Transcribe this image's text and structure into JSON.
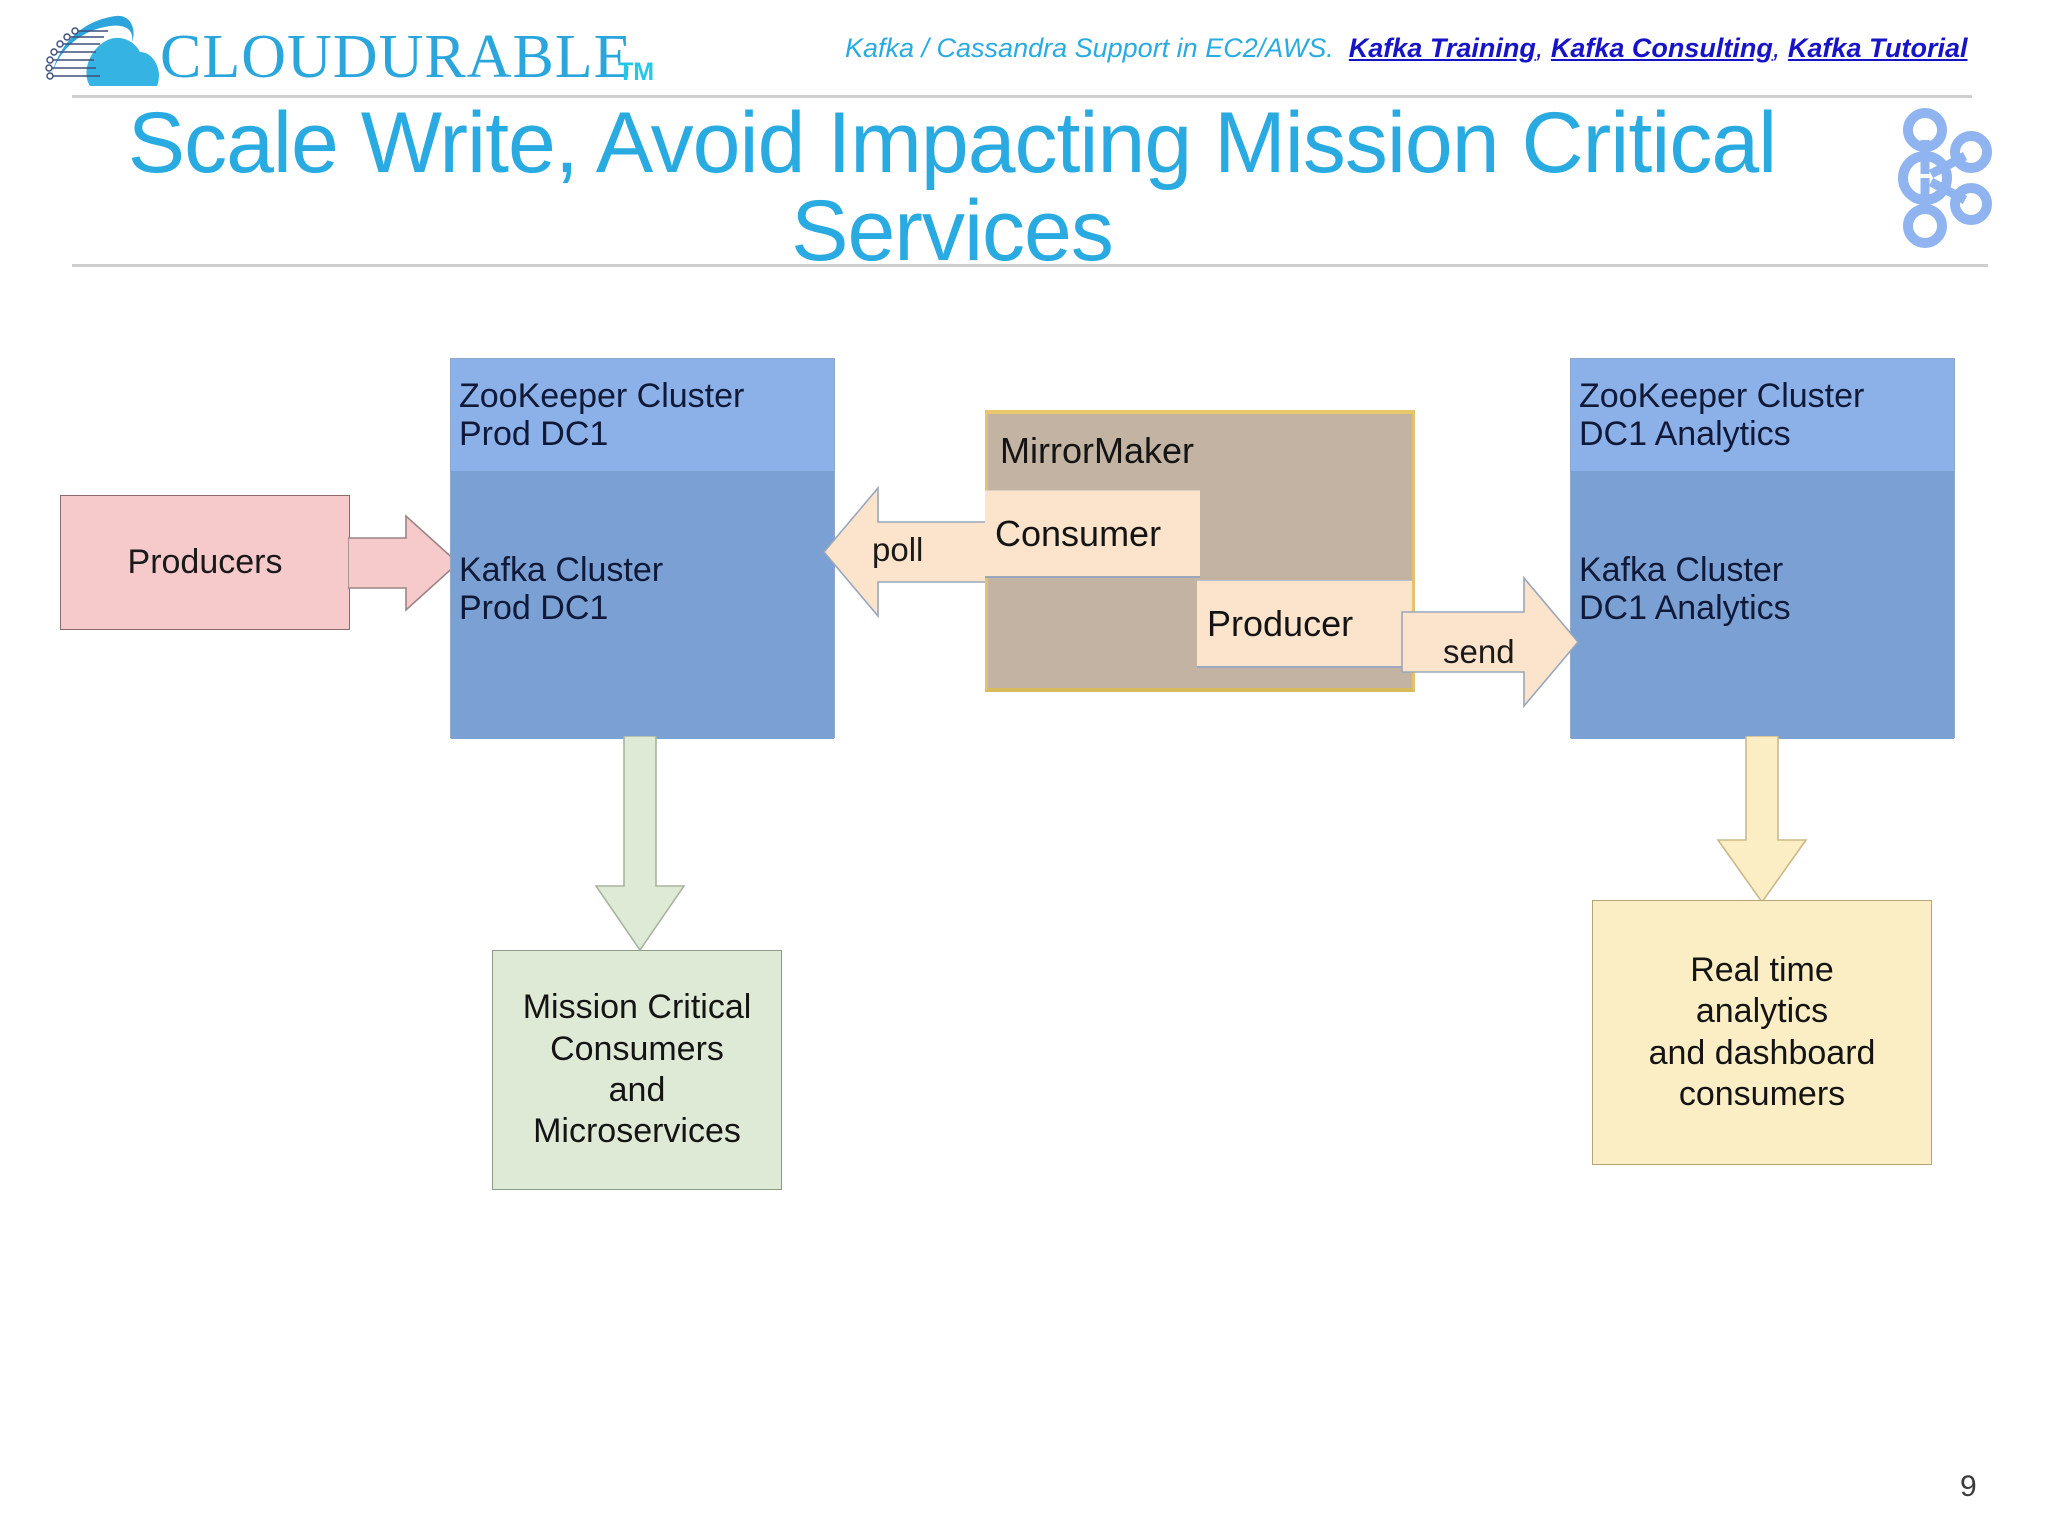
{
  "header": {
    "logo_text": "CLOUDURABLE",
    "logo_tm": "TM",
    "logo_icon": "cloud-dna-logo",
    "tagline_prefix": "Kafka / Cassandra Support in EC2/AWS.",
    "links": [
      {
        "label": "Kafka Training"
      },
      {
        "label": "Kafka Consulting"
      },
      {
        "label": "Kafka Tutorial"
      }
    ],
    "link_separator": ", ",
    "brand_color": "#29abe2",
    "link_color": "#1713c6"
  },
  "title": "Scale Write, Avoid Impacting Mission Critical Services",
  "kafka_logo_icon": "kafka-logo",
  "diagram": {
    "producers": {
      "label": "Producers",
      "fill": "#f6c9cb"
    },
    "cluster_prod": {
      "zookeeper": "ZooKeeper Cluster\nProd DC1",
      "kafka": "Kafka Cluster\nProd DC1",
      "zk_fill": "#8cb0e8",
      "kafka_fill": "#7ba0d4"
    },
    "cluster_analytics": {
      "zookeeper": "ZooKeeper Cluster\nDC1 Analytics",
      "kafka": "Kafka Cluster\nDC1 Analytics",
      "zk_fill": "#8cb0e8",
      "kafka_fill": "#7ba0d4"
    },
    "mirrormaker": {
      "title": "MirrorMaker",
      "consumer": "Consumer",
      "producer": "Producer",
      "outer_fill": "#c2b3a3",
      "inner_fill": "#fbe4cb",
      "border_color": "#e2c470"
    },
    "mission_box": {
      "label": "Mission Critical\nConsumers\nand\nMicroservices",
      "fill": "#dfead6"
    },
    "realtime_box": {
      "label": "Real time\nanalytics\nand dashboard\nconsumers",
      "fill": "#fbeec4"
    },
    "arrows": [
      {
        "name": "producers-to-kafka",
        "label": "",
        "direction": "right",
        "fill": "#f6c9cb"
      },
      {
        "name": "poll-arrow",
        "label": "poll",
        "direction": "left",
        "fill": "#fbe4cb"
      },
      {
        "name": "send-arrow",
        "label": "send",
        "direction": "right",
        "fill": "#fbe4cb"
      },
      {
        "name": "kafka-to-mission",
        "label": "",
        "direction": "down",
        "fill": "#dfead6"
      },
      {
        "name": "kafka-to-realtime",
        "label": "",
        "direction": "down",
        "fill": "#fbeec4"
      }
    ]
  },
  "page_number": "9"
}
